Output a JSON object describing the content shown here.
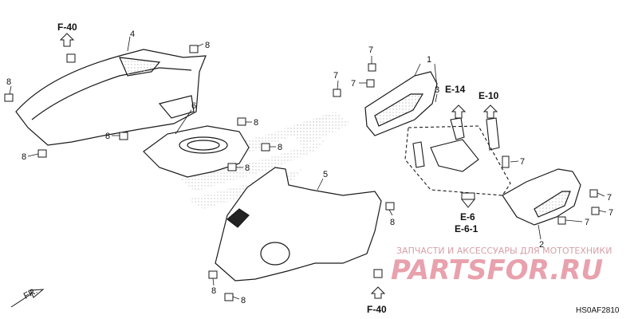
{
  "part_numbers": [
    "1",
    "2",
    "3",
    "4",
    "5",
    "6",
    "7",
    "8"
  ],
  "refs": {
    "f40_top": "F-40",
    "f40_bottom": "F-40",
    "e14": "E-14",
    "e10": "E-10",
    "e6": "E-6",
    "e61": "E-6-1"
  },
  "direction_label": "FR.",
  "watermark": {
    "line": "ЗАПЧАСТИ И АКСЕССУАРЫ ДЛЯ МОТОТЕХНИКИ",
    "logo": "PARTSFOR.RU"
  },
  "diagram_code": "HS0AF2810",
  "colors": {
    "line": "#1a1a1a",
    "watermark": "#e8a1ad",
    "dots": "#c8c8c8"
  }
}
